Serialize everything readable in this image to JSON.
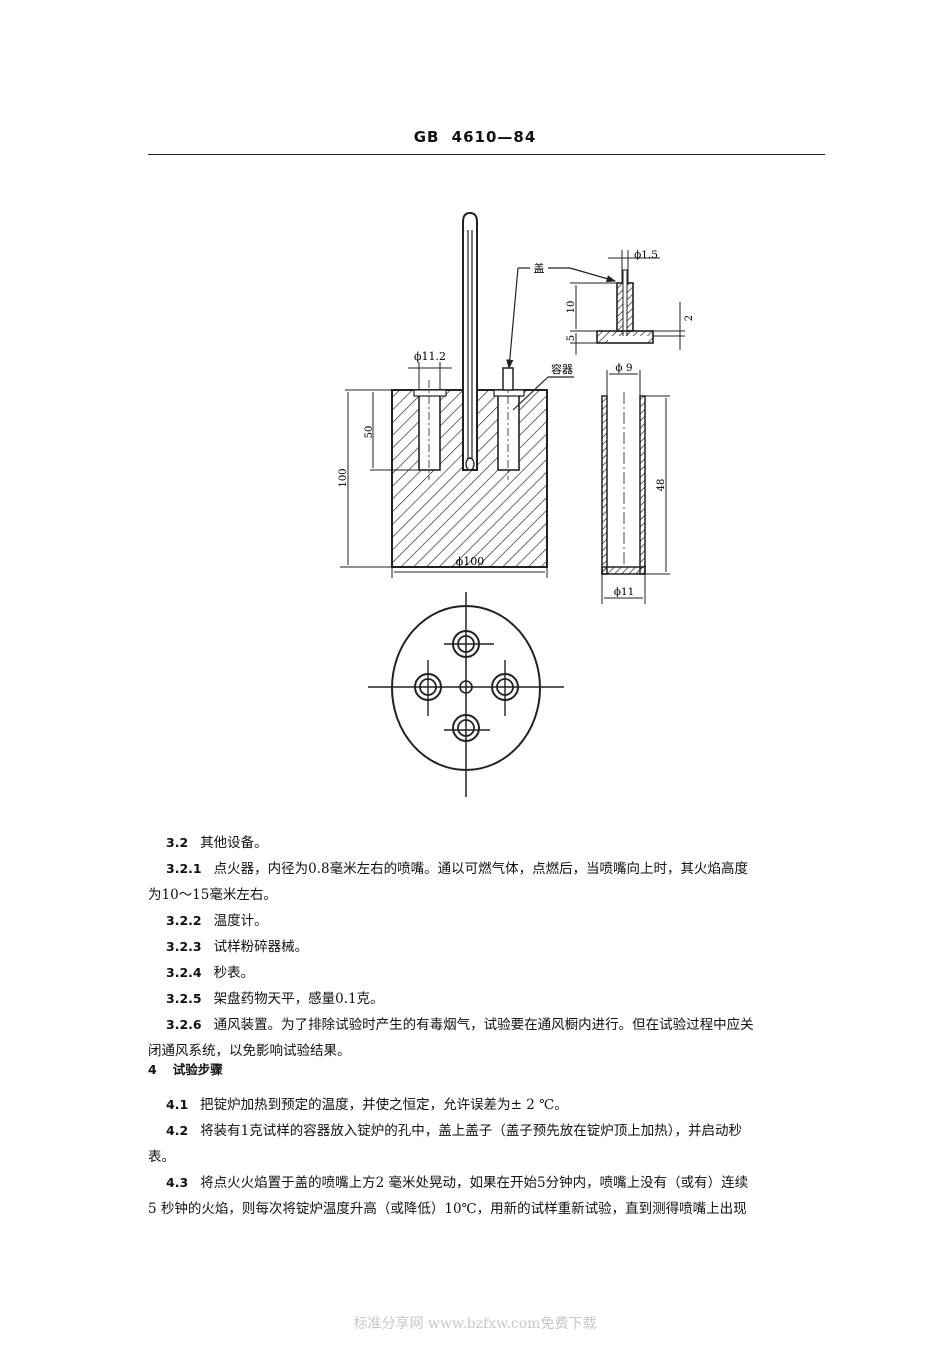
{
  "header": {
    "standard": "GB",
    "number": "4610—84"
  },
  "figure": {
    "labels": {
      "lid": "盖",
      "container": "容器",
      "phi_1_5": "ϕ1.5",
      "phi_11_2": "ϕ11.2",
      "phi_9": "ϕ 9",
      "phi_11": "ϕ11",
      "phi_100": "ϕ100",
      "dim_10": "10",
      "dim_5": "5",
      "dim_2": "2",
      "dim_50": "50",
      "dim_100": "100",
      "dim_48": "48"
    }
  },
  "sections": {
    "s3_2": {
      "num": "3.2",
      "text": "其他设备。"
    },
    "s3_2_1": {
      "num": "3.2.1",
      "text": "点火器，内径为0.8毫米左右的喷嘴。通以可燃气体，点燃后，当喷嘴向上时，其火焰高度",
      "cont": "为10～15毫米左右。"
    },
    "s3_2_2": {
      "num": "3.2.2",
      "text": "温度计。"
    },
    "s3_2_3": {
      "num": "3.2.3",
      "text": "试样粉碎器械。"
    },
    "s3_2_4": {
      "num": "3.2.4",
      "text": "秒表。"
    },
    "s3_2_5": {
      "num": "3.2.5",
      "text": "架盘药物天平，感量0.1克。"
    },
    "s3_2_6": {
      "num": "3.2.6",
      "text": "通风装置。为了排除试验时产生的有毒烟气，试验要在通风橱内进行。但在试验过程中应关",
      "cont": "闭通风系统，以免影响试验结果。"
    },
    "s4": {
      "num": "4",
      "title": "试验步骤"
    },
    "s4_1": {
      "num": "4.1",
      "text": "把锭炉加热到预定的温度，并使之恒定，允许误差为± 2 ℃。"
    },
    "s4_2": {
      "num": "4.2",
      "text": "将装有1克试样的容器放入锭炉的孔中，盖上盖子（盖子预先放在锭炉顶上加热），并启动秒",
      "cont": "表。"
    },
    "s4_3": {
      "num": "4.3",
      "text": "将点火火焰置于盖的喷嘴上方2 毫米处晃动，如果在开始5分钟内，喷嘴上没有（或有）连续",
      "cont": "5 秒钟的火焰，则每次将锭炉温度升高（或降低）10℃，用新的试样重新试验，直到测得喷嘴上出现"
    }
  },
  "watermark": "标准分享网 www.bzfxw.com免费下载"
}
